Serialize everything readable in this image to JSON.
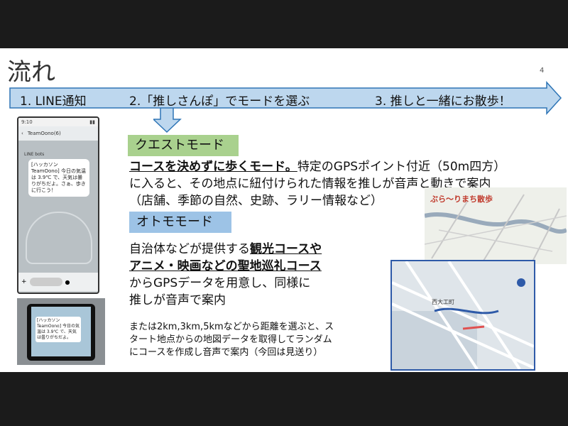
{
  "slide": {
    "title": "流れ",
    "page_number": "4"
  },
  "flow": {
    "steps": [
      "1.  LINE通知",
      "2.「推しさんぽ」でモードを選ぶ",
      "3.  推しと一緒にお散歩！"
    ],
    "colors": {
      "arrow_fill": "#bdd7ee",
      "arrow_stroke": "#2e75b6"
    }
  },
  "phone": {
    "status_time": "9:10",
    "chat_name": "TeamOono(6)",
    "sender": "LINE bots",
    "message": "[ハッカソン TeamOono] 今日の気温は 3.9℃ で、天気は曇りがちだよ。さぁ、歩きに行こう！"
  },
  "photo": {
    "message": "[ハッカソン TeamOono] 今日の気温は 3.9℃ で、天気は曇りがちだよ。"
  },
  "quest": {
    "label": "クエストモード",
    "label_color": "#a9d18e",
    "line1_underlined": "コースを決めずに歩くモード。",
    "line1_rest": "特定のGPSポイント付近（50m四方）",
    "line2": "に入ると、その地点に紐付けられた情報を推しが音声と動きで案内",
    "line3": "（店舗、季節の自然、史跡、ラリー情報など）"
  },
  "oto": {
    "label": "オトモモード",
    "label_color": "#9dc3e6",
    "line1_plain": "自治体などが提供する",
    "line1_underlined": "観光コースや",
    "line2_underlined": "アニメ・映画などの聖地巡礼コース",
    "line3": "からGPSデータを用意し、同様に",
    "line4": "推しが音声で案内"
  },
  "note": {
    "line1": "または2km,3km,5kmなどから距離を選ぶと、ス",
    "line2": "タート地点からの地図データを取得してランダム",
    "line3": "にコースを作成し音声で案内（今回は見送り）"
  },
  "maps": {
    "map1_title": "ぶら〜りまち散歩",
    "map2_label": "西大工町"
  }
}
